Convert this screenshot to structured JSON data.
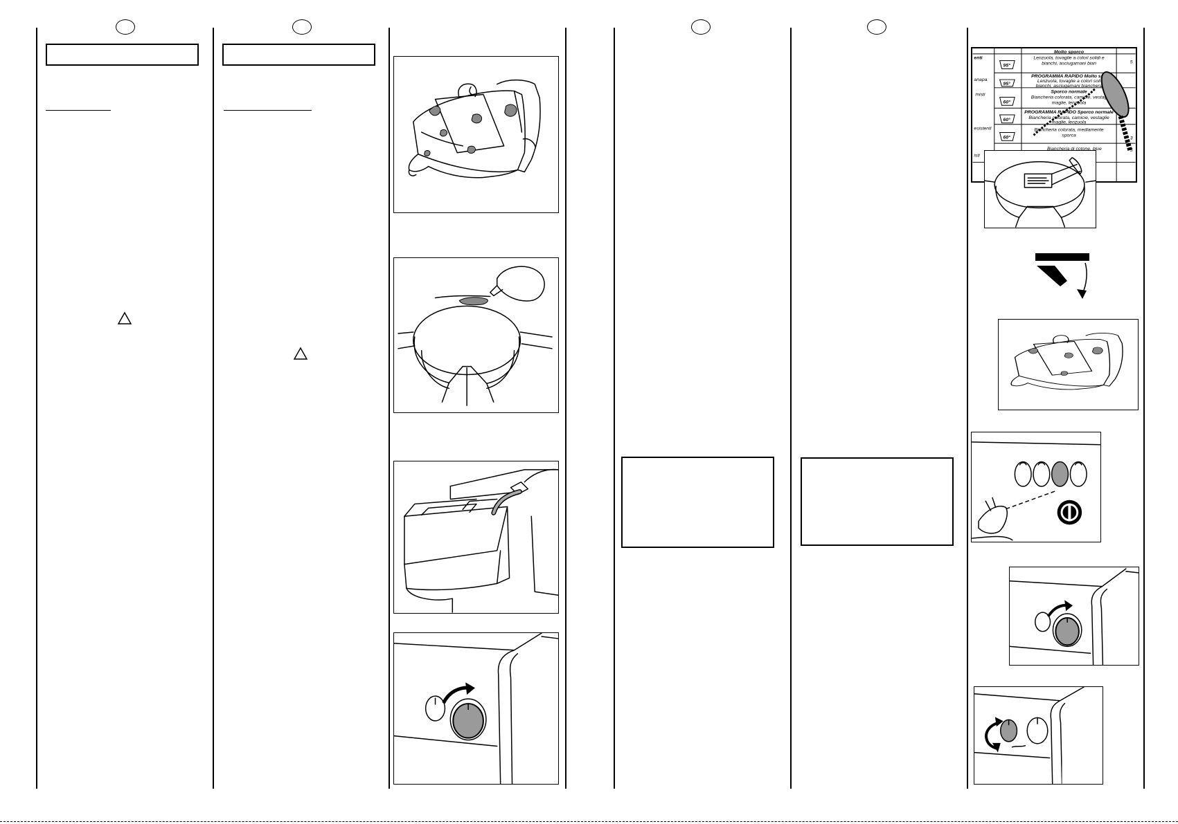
{
  "table": {
    "side_labels": [
      "enti",
      "anapa",
      "misti",
      "esistenti",
      "isti"
    ],
    "temps": [
      "95°",
      "95°",
      "60°",
      "60°",
      "60°"
    ],
    "rows": [
      {
        "title": "Molto sporco",
        "desc1": "Lenzuola, tovaglie a colori solidi e",
        "desc2": "bianchi, asciugamani bian"
      },
      {
        "title": "PROGRAMMA RAPIDO Molto spo",
        "desc1": "Lenzuola, tovaglie a colori soli",
        "desc2": "bianchi, asciugamani bianchera"
      },
      {
        "title": "Sporco normale",
        "desc1": "Biancheria colorata, camicie, vestag",
        "desc2": "maglie, lenzuola"
      },
      {
        "title": "PROGRAMMA RAPIDO Sporco normale",
        "desc1": "Biancheria colorata, camicie, vestaglie",
        "desc2": "maglie, lenzuola"
      },
      {
        "title": "Biancheria colorata, mediamente",
        "desc1": "sporca",
        "desc2": ""
      },
      {
        "title": "Biancheria di cotone, blue",
        "desc1": "",
        "desc2": ""
      }
    ],
    "right_nums": [
      "5",
      "3",
      "5"
    ]
  },
  "colors": {
    "line": "#000000",
    "knob_fill": "#9a9a9a",
    "paper": "#ffffff"
  }
}
